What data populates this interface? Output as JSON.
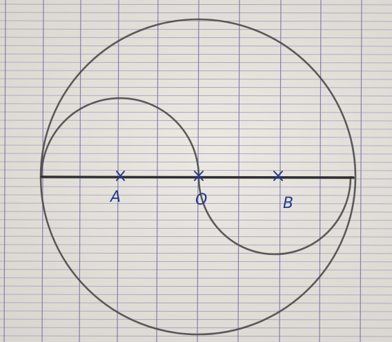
{
  "diagram": {
    "points": [
      {
        "id": "A",
        "label": "A"
      },
      {
        "id": "O",
        "label": "O"
      },
      {
        "id": "B",
        "label": "B"
      }
    ],
    "colors": {
      "paper": "#e6e3dc",
      "grid_horizontal": "#8c86b8",
      "grid_vertical": "#7a6aa8",
      "pencil": "#4a4a4a",
      "ink": "#233a8a"
    }
  }
}
